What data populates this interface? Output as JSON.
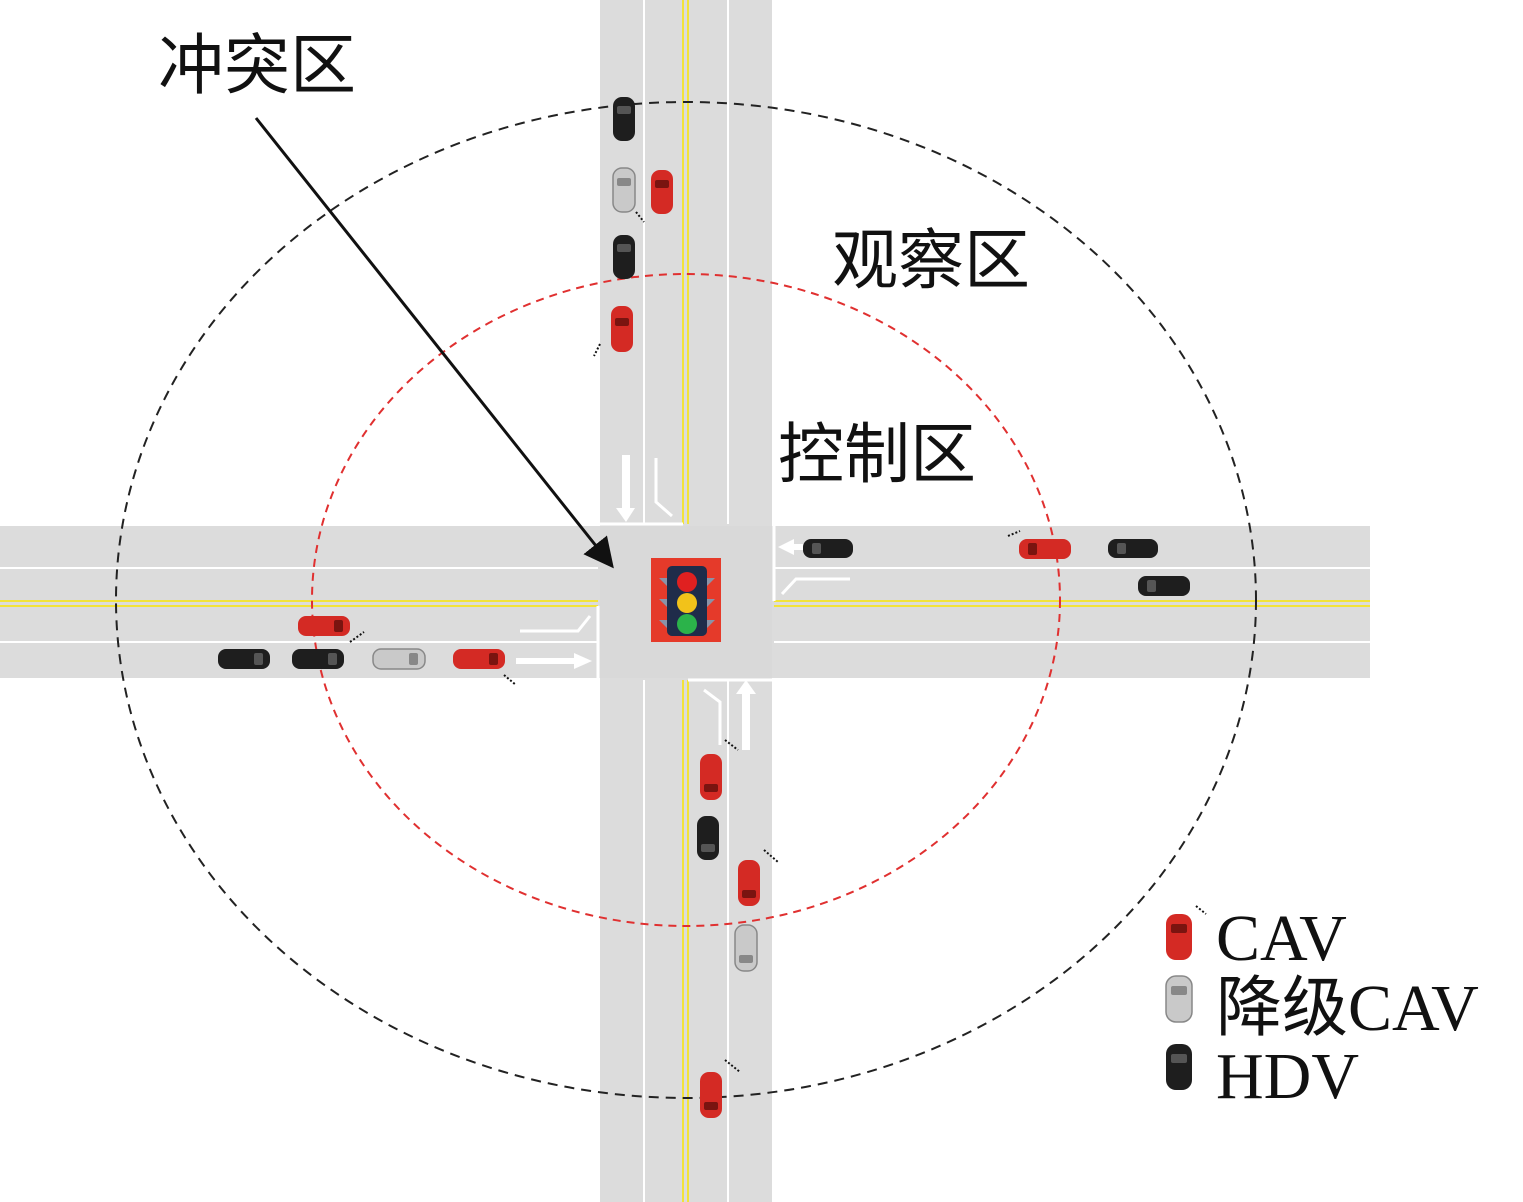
{
  "labels": {
    "conflict_zone": "冲突区",
    "observation_zone": "观察区",
    "control_zone": "控制区"
  },
  "legend": {
    "items": [
      {
        "label": "CAV",
        "icon": "red-car-icon",
        "color": "#d42a24"
      },
      {
        "label": "降级CAV",
        "icon": "gray-car-icon",
        "color": "#c9c9c9"
      },
      {
        "label": "HDV",
        "icon": "black-car-icon",
        "color": "#1e1e1e"
      }
    ]
  },
  "colors": {
    "road": "#dcdcdc",
    "lane_line": "#ffffff",
    "center_line": "#f2e33a",
    "observation_boundary": "#222222",
    "control_boundary": "#e03030",
    "signal_housing": "#e53a2a",
    "signal_red": "#e02020",
    "signal_yellow": "#f2c21a",
    "signal_green": "#2bb34a"
  }
}
